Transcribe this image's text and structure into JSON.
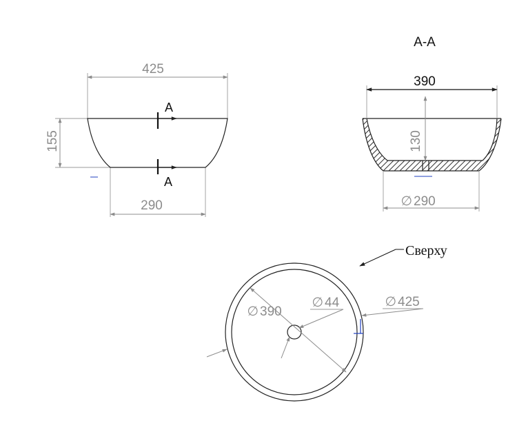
{
  "front_view": {
    "top_width": "425",
    "height": "155",
    "base_width": "290",
    "section_mark_top": "A",
    "section_mark_bottom": "A"
  },
  "section_view": {
    "title": "A-A",
    "inner_width": "390",
    "depth": "130",
    "base_diameter": "290",
    "diameter_symbol": "∅"
  },
  "top_view": {
    "label": "Сверху",
    "inner_diameter": "390",
    "drain_diameter": "44",
    "outer_diameter": "425",
    "diameter_symbol": "∅"
  },
  "colors": {
    "outline": "#222222",
    "dimension": "#8c8c8c",
    "accent": "#1f3fbf"
  }
}
